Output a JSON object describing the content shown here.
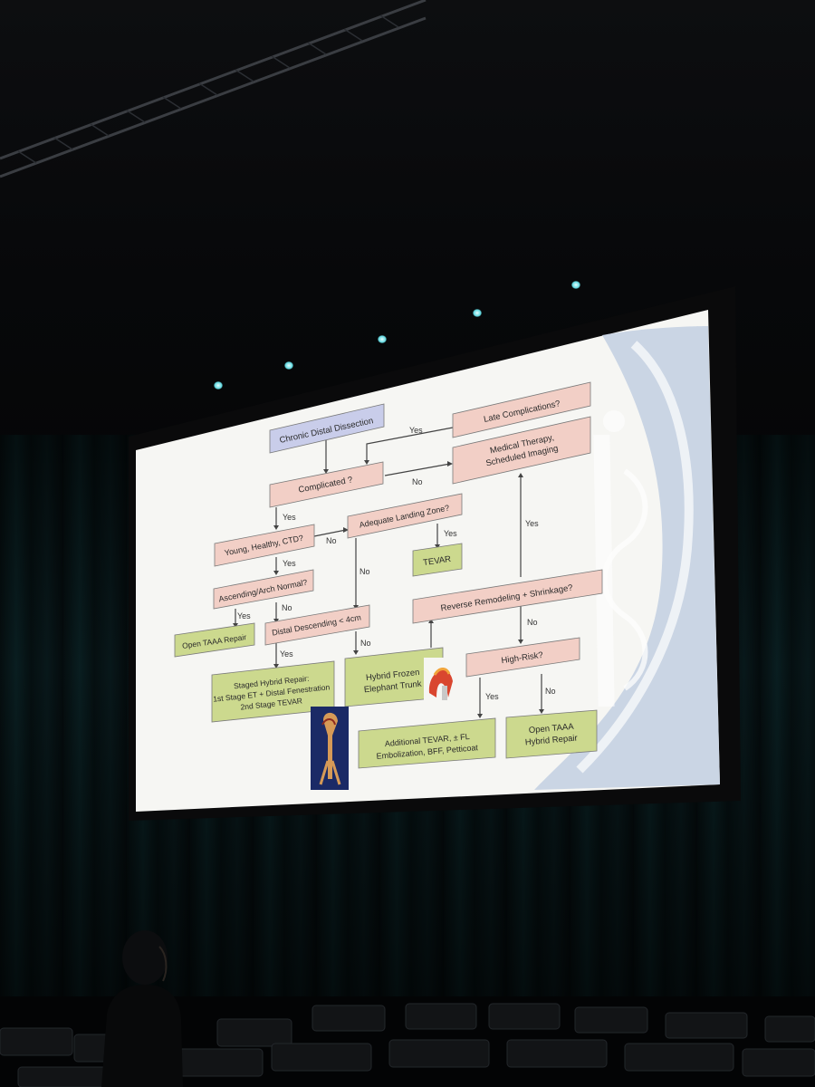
{
  "colors": {
    "screen_bg": "#f6f6f3",
    "start_box": "#c9cdea",
    "question_box": "#f2cfc6",
    "outcome_box": "#ccd98e",
    "box_border": "#6a6a6a",
    "arrow": "#444444",
    "watermark": "#b9c7da"
  },
  "flowchart": {
    "start": "Chronic Distal Dissection",
    "late_complications": "Late Complications?",
    "medical_therapy": [
      "Medical Therapy,",
      "Scheduled Imaging"
    ],
    "complicated": "Complicated ?",
    "young_healthy": "Young, Healthy, CTD?",
    "adequate_landing": "Adequate Landing Zone?",
    "tevar": "TEVAR",
    "ascending_arch": "Ascending/Arch Normal?",
    "reverse_remodeling": "Reverse Remodeling + Shrinkage?",
    "open_taaa_repair": "Open TAAA Repair",
    "distal_descending": "Distal Descending < 4cm",
    "high_risk": "High-Risk?",
    "staged_hybrid": [
      "Staged Hybrid Repair:",
      "1st Stage ET + Distal Fenestration",
      "2nd Stage TEVAR"
    ],
    "hybrid_frozen": [
      "Hybrid Frozen",
      "Elephant Trunk"
    ],
    "additional_tevar": [
      "Additional TEVAR, ± FL",
      "Embolization, BFF, Petticoat"
    ],
    "open_taaa_hybrid": [
      "Open TAAA",
      "Hybrid Repair"
    ],
    "yes": "Yes",
    "no": "No"
  },
  "icons": [
    "aortic-arch-illustration-icon",
    "stent-graft-illustration-icon",
    "caduceus-watermark-icon"
  ]
}
